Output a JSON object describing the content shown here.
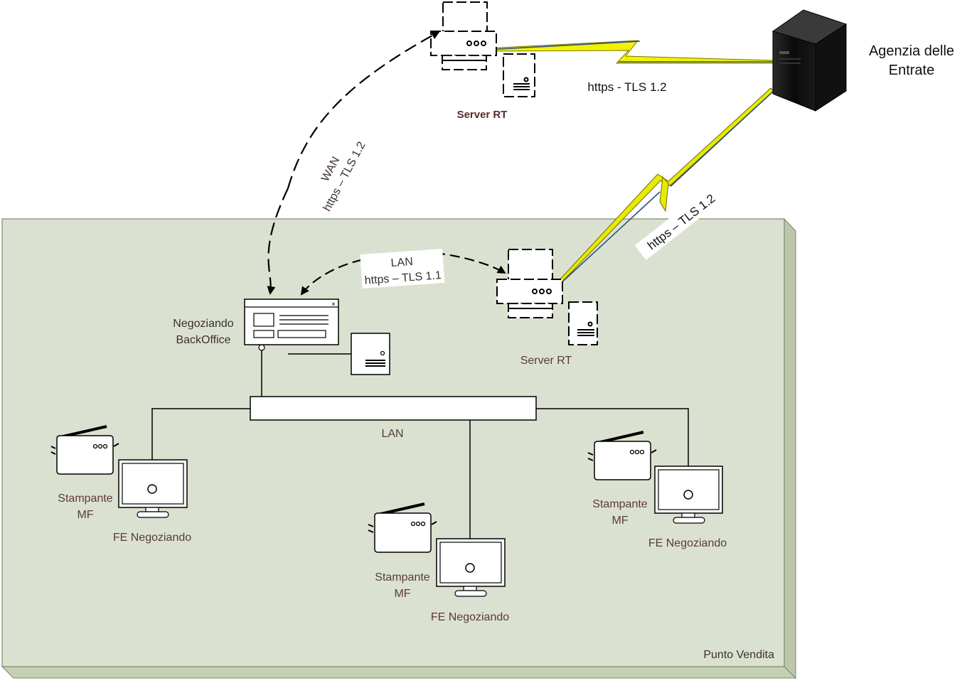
{
  "labels": {
    "agenzia_line1": "Agenzia delle",
    "agenzia_line2": "Entrate",
    "server_rt_top": "Server RT",
    "link_top": "https - TLS 1.2",
    "wan_line1": "WAN",
    "wan_line2": "https – TLS 1.2",
    "link_diag": "https – TLS 1.2",
    "lan_arrow_line1": "LAN",
    "lan_arrow_line2": "https – TLS 1.1",
    "server_rt_store": "Server RT",
    "backoffice_line1": "Negoziando",
    "backoffice_line2": "BackOffice",
    "lan_bus": "LAN",
    "printer_line1": "Stampante",
    "printer_line2": "MF",
    "fe_label": "FE Negoziando",
    "store_area": "Punto Vendita"
  },
  "colors": {
    "store_fill": "#dbe1d0",
    "store_edge": "#b9c4a8",
    "lightning": "#f0f000",
    "link_blue": "#2f4f86"
  },
  "icons": {
    "agenzia": "server-tower-icon",
    "server_rt": "server-rt-icon",
    "backoffice": "application-window-icon",
    "printer": "fiscal-printer-icon",
    "monitor": "monitor-icon"
  }
}
